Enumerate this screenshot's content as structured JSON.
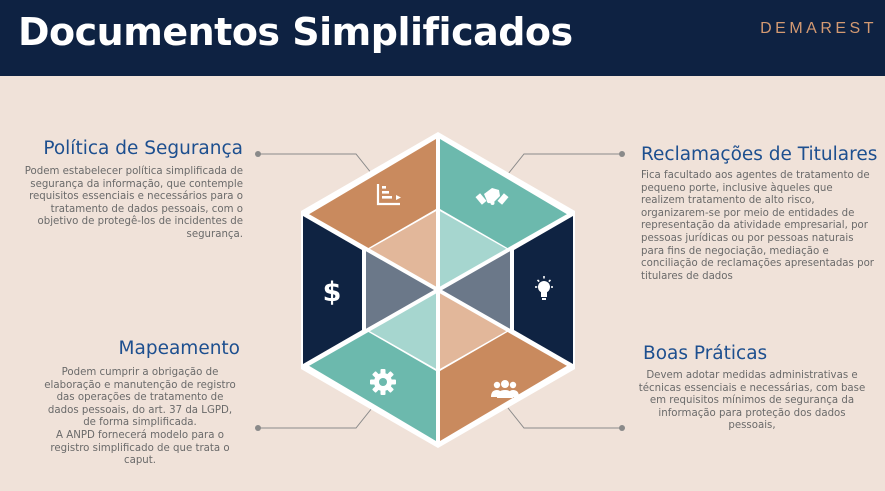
{
  "header": {
    "title": "Documentos Simplificados",
    "brand": "DEMAREST"
  },
  "sections": {
    "politica": {
      "title": "Política de Segurança",
      "text": "Podem estabelecer política simplificada de segurança da informação, que contemple requisitos essenciais e necessários para o tratamento de dados pessoais, com o objetivo de protegê-los de incidentes de segurança."
    },
    "reclamacoes": {
      "title": "Reclamações de Titulares",
      "text": "Fica facultado aos agentes de tratamento de pequeno porte, inclusive àqueles que realizem tratamento de alto risco, organizarem-se por meio de entidades de representação da atividade empresarial, por pessoas jurídicas ou por pessoas naturais para fins de negociação, mediação e conciliação de reclamações apresentadas por titulares de dados"
    },
    "mapeamento": {
      "title": "Mapeamento",
      "text1": "Podem cumprir a obrigação de elaboração e manutenção de registro das operações de tratamento de dados pessoais, do art. 37 da LGPD, de forma simplificada.",
      "text2": "A ANPD fornecerá modelo para o registro simplificado de que trata o caput."
    },
    "boas_praticas": {
      "title": "Boas Práticas",
      "text": "Devem adotar medidas administrativas e técnicas essenciais e necessárias, com base em requisitos mínimos de segurança da informação para proteção dos dados pessoais,"
    }
  },
  "icons": {
    "top_left": "bar-chart-icon",
    "top_right": "handshake-icon",
    "left": "dollar-icon",
    "right": "lightbulb-icon",
    "bottom_left": "gear-icon",
    "bottom_right": "people-icon"
  },
  "colors": {
    "header": "#0e2242",
    "background": "#f0e2d9",
    "orange": "#c98a5e",
    "teal": "#6cb9ad",
    "navy": "#0f2342",
    "title_blue": "#1d4f8f",
    "brand": "#d49a72"
  }
}
